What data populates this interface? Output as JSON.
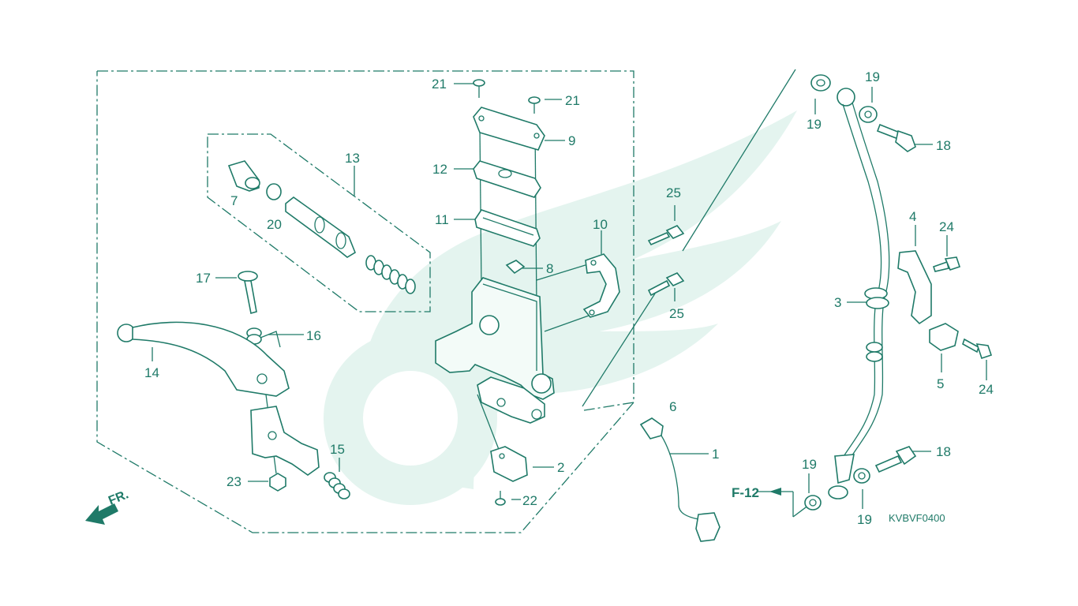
{
  "diagram": {
    "code": "KVBVF0400",
    "reference": "F-12",
    "direction_label": "FR.",
    "callouts": {
      "c1": "1",
      "c2": "2",
      "c3": "3",
      "c4": "4",
      "c5": "5",
      "c6": "6",
      "c7": "7",
      "c8": "8",
      "c9": "9",
      "c10": "10",
      "c11": "11",
      "c12": "12",
      "c13": "13",
      "c14": "14",
      "c15": "15",
      "c16": "16",
      "c17": "17",
      "c18a": "18",
      "c18b": "18",
      "c19a": "19",
      "c19b": "19",
      "c19c": "19",
      "c19d": "19",
      "c20": "20",
      "c21a": "21",
      "c21b": "21",
      "c22": "22",
      "c23": "23",
      "c24a": "24",
      "c24b": "24",
      "c25a": "25",
      "c25b": "25"
    },
    "colors": {
      "line": "#1f7a68",
      "watermark": "#e4f4ef"
    }
  }
}
